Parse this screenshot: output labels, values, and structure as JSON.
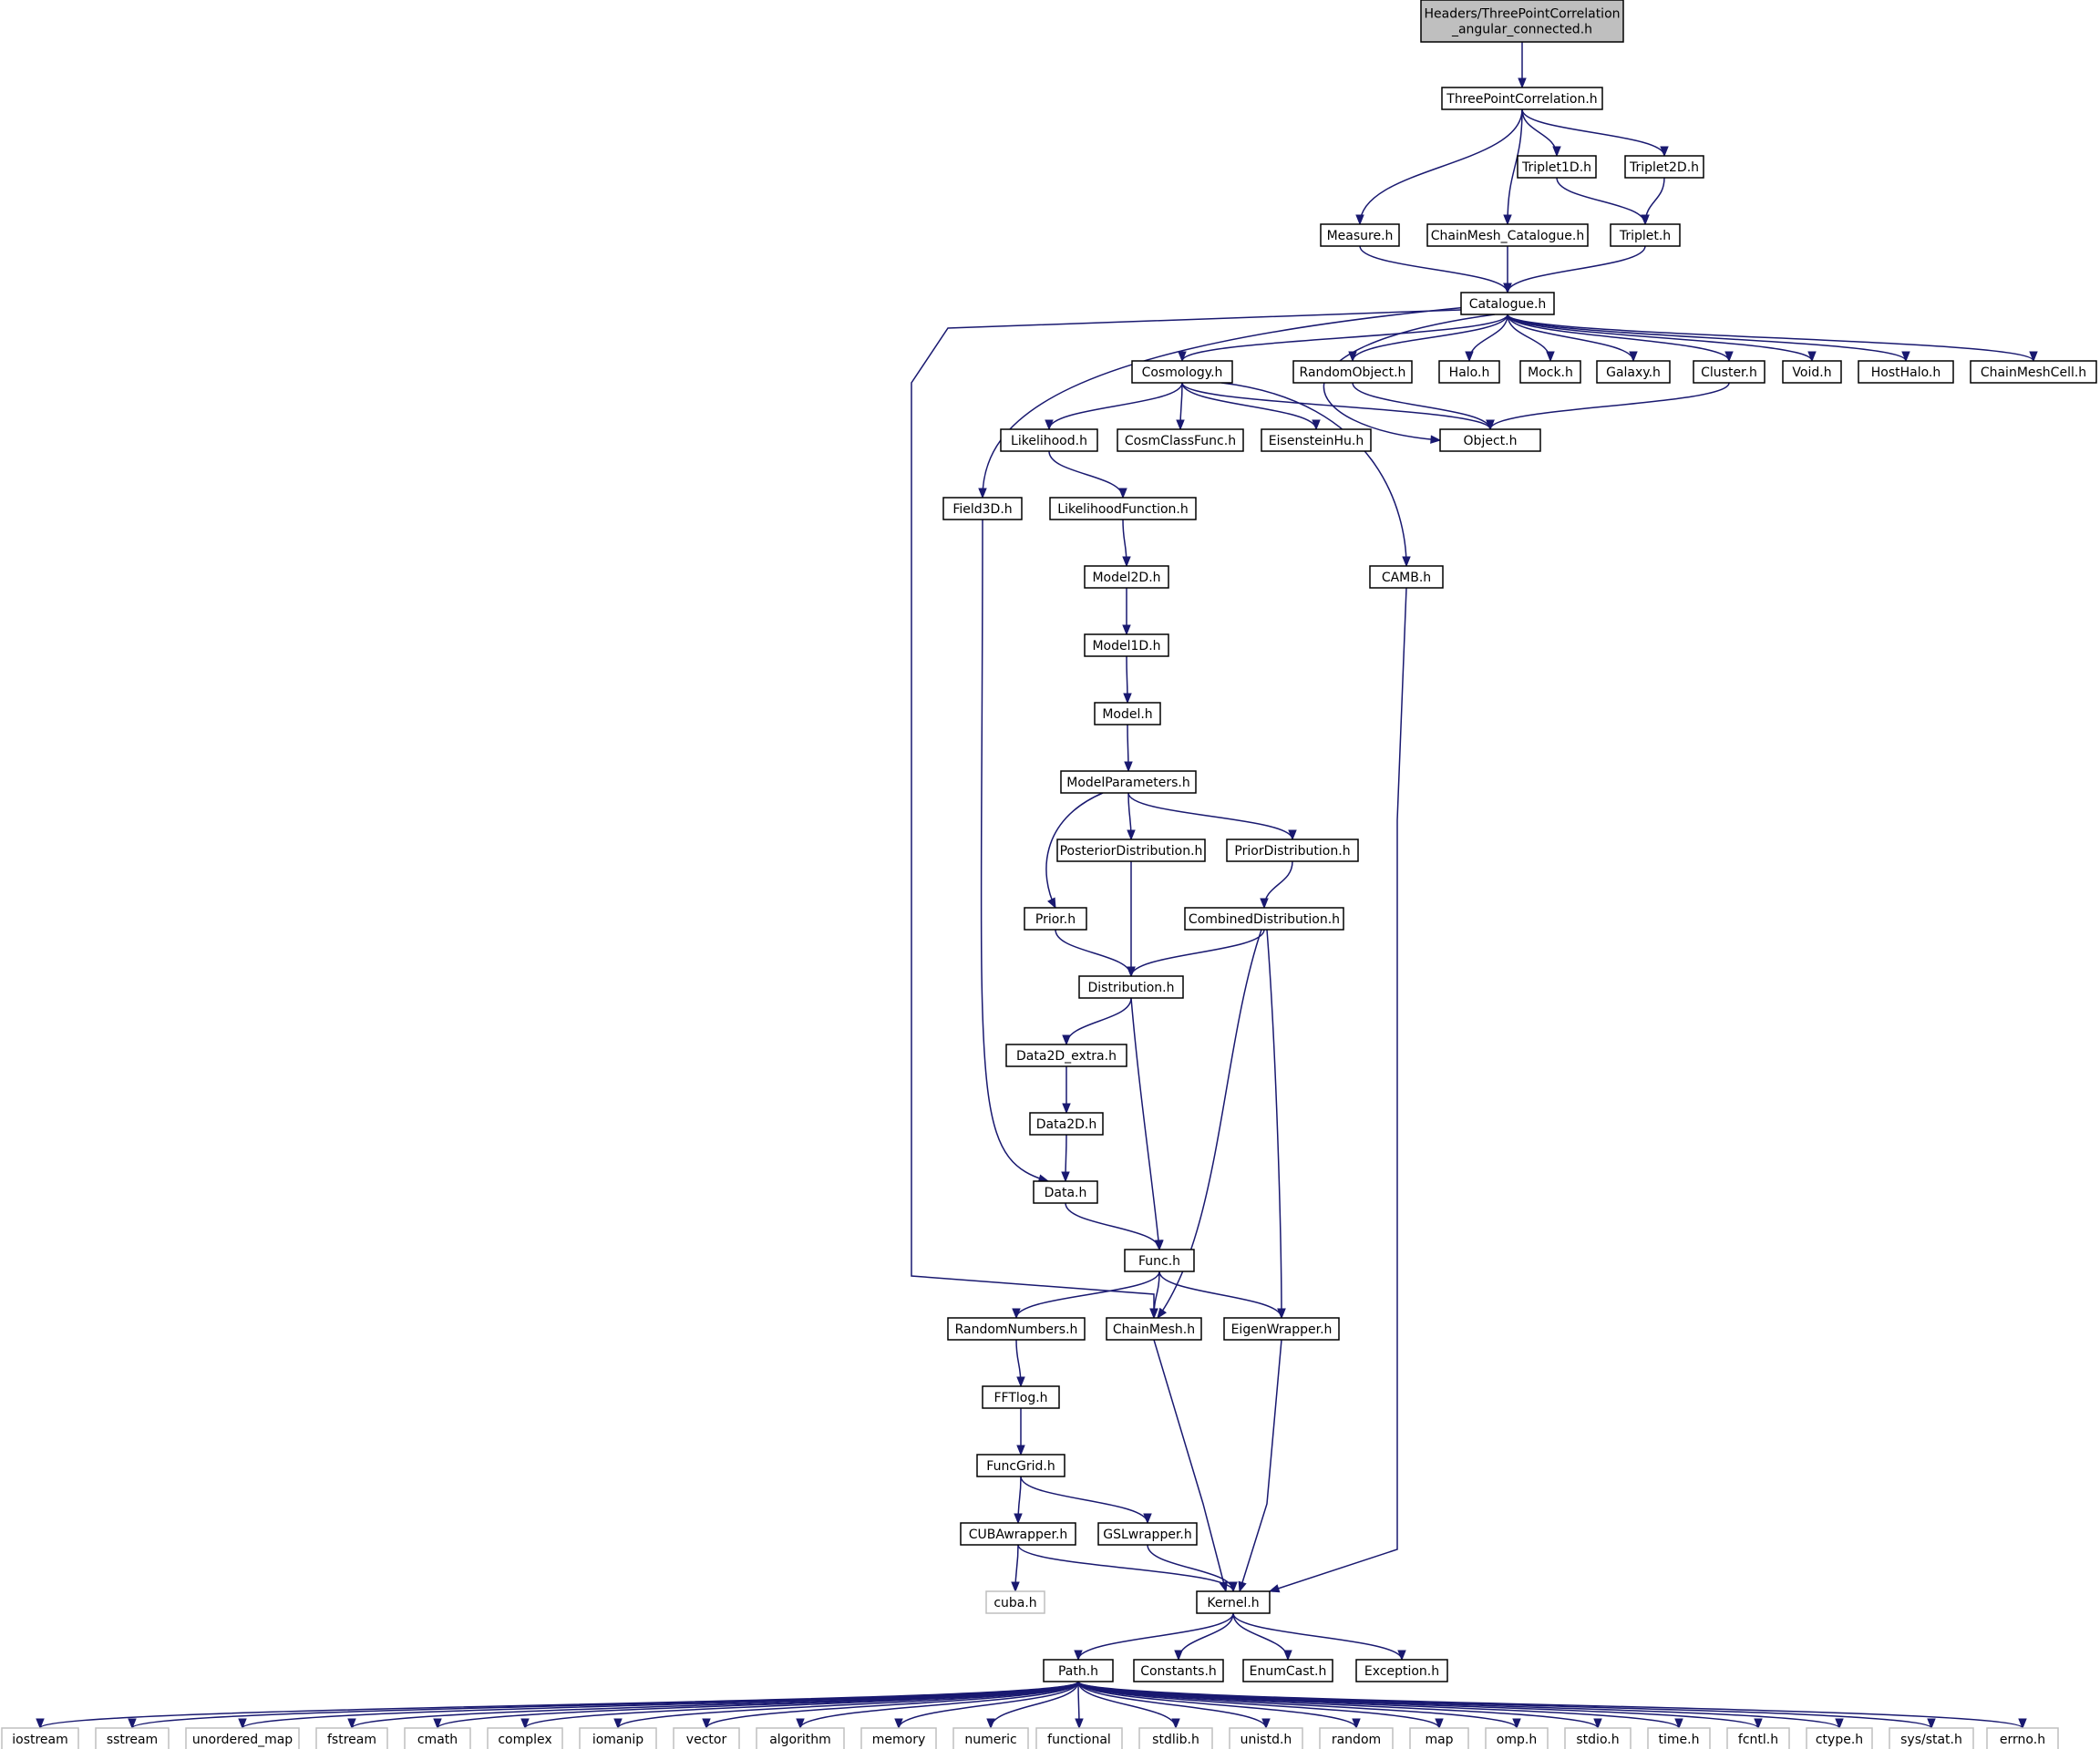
{
  "colors": {
    "edge": "#191970",
    "node_border": "#000000",
    "system_border": "#bfbfbf",
    "root_fill": "#bfbfbf",
    "node_fill": "#ffffff",
    "text": "#000000"
  },
  "nodes": [
    {
      "id": "root",
      "label": [
        "Headers/ThreePointCorrelation",
        "_angular_connected.h"
      ],
      "type": "root",
      "interactable": true
    },
    {
      "id": "tpc",
      "label": [
        "ThreePointCorrelation.h"
      ],
      "type": "header",
      "interactable": true
    },
    {
      "id": "triplet1d",
      "label": [
        "Triplet1D.h"
      ],
      "type": "header",
      "interactable": true
    },
    {
      "id": "triplet2d",
      "label": [
        "Triplet2D.h"
      ],
      "type": "header",
      "interactable": true
    },
    {
      "id": "measure",
      "label": [
        "Measure.h"
      ],
      "type": "header",
      "interactable": true
    },
    {
      "id": "chainmeshcat",
      "label": [
        "ChainMesh_Catalogue.h"
      ],
      "type": "header",
      "interactable": true
    },
    {
      "id": "triplet",
      "label": [
        "Triplet.h"
      ],
      "type": "header",
      "interactable": true
    },
    {
      "id": "catalogue",
      "label": [
        "Catalogue.h"
      ],
      "type": "header",
      "interactable": true
    },
    {
      "id": "cosmology",
      "label": [
        "Cosmology.h"
      ],
      "type": "header",
      "interactable": true
    },
    {
      "id": "randomobject",
      "label": [
        "RandomObject.h"
      ],
      "type": "header",
      "interactable": true
    },
    {
      "id": "halo",
      "label": [
        "Halo.h"
      ],
      "type": "header",
      "interactable": true
    },
    {
      "id": "mock",
      "label": [
        "Mock.h"
      ],
      "type": "header",
      "interactable": true
    },
    {
      "id": "galaxy",
      "label": [
        "Galaxy.h"
      ],
      "type": "header",
      "interactable": true
    },
    {
      "id": "cluster",
      "label": [
        "Cluster.h"
      ],
      "type": "header",
      "interactable": true
    },
    {
      "id": "void",
      "label": [
        "Void.h"
      ],
      "type": "header",
      "interactable": true
    },
    {
      "id": "hosthalo",
      "label": [
        "HostHalo.h"
      ],
      "type": "header",
      "interactable": true
    },
    {
      "id": "chainmeshcell",
      "label": [
        "ChainMeshCell.h"
      ],
      "type": "header",
      "interactable": true
    },
    {
      "id": "likelihood",
      "label": [
        "Likelihood.h"
      ],
      "type": "header",
      "interactable": true
    },
    {
      "id": "cosmclass",
      "label": [
        "CosmClassFunc.h"
      ],
      "type": "header",
      "interactable": true
    },
    {
      "id": "eisenstein",
      "label": [
        "EisensteinHu.h"
      ],
      "type": "header",
      "interactable": true
    },
    {
      "id": "object",
      "label": [
        "Object.h"
      ],
      "type": "header",
      "interactable": true
    },
    {
      "id": "field3d",
      "label": [
        "Field3D.h"
      ],
      "type": "header",
      "interactable": true
    },
    {
      "id": "likfunc",
      "label": [
        "LikelihoodFunction.h"
      ],
      "type": "header",
      "interactable": true
    },
    {
      "id": "model2d",
      "label": [
        "Model2D.h"
      ],
      "type": "header",
      "interactable": true
    },
    {
      "id": "camb",
      "label": [
        "CAMB.h"
      ],
      "type": "header",
      "interactable": true
    },
    {
      "id": "model1d",
      "label": [
        "Model1D.h"
      ],
      "type": "header",
      "interactable": true
    },
    {
      "id": "model",
      "label": [
        "Model.h"
      ],
      "type": "header",
      "interactable": true
    },
    {
      "id": "modelparams",
      "label": [
        "ModelParameters.h"
      ],
      "type": "header",
      "interactable": true
    },
    {
      "id": "posterior",
      "label": [
        "PosteriorDistribution.h"
      ],
      "type": "header",
      "interactable": true
    },
    {
      "id": "priordist",
      "label": [
        "PriorDistribution.h"
      ],
      "type": "header",
      "interactable": true
    },
    {
      "id": "prior",
      "label": [
        "Prior.h"
      ],
      "type": "header",
      "interactable": true
    },
    {
      "id": "combined",
      "label": [
        "CombinedDistribution.h"
      ],
      "type": "header",
      "interactable": true
    },
    {
      "id": "distribution",
      "label": [
        "Distribution.h"
      ],
      "type": "header",
      "interactable": true
    },
    {
      "id": "data2dextra",
      "label": [
        "Data2D_extra.h"
      ],
      "type": "header",
      "interactable": true
    },
    {
      "id": "data2d",
      "label": [
        "Data2D.h"
      ],
      "type": "header",
      "interactable": true
    },
    {
      "id": "data",
      "label": [
        "Data.h"
      ],
      "type": "header",
      "interactable": true
    },
    {
      "id": "func",
      "label": [
        "Func.h"
      ],
      "type": "header",
      "interactable": true
    },
    {
      "id": "randomnumbers",
      "label": [
        "RandomNumbers.h"
      ],
      "type": "header",
      "interactable": true
    },
    {
      "id": "chainmesh",
      "label": [
        "ChainMesh.h"
      ],
      "type": "header",
      "interactable": true
    },
    {
      "id": "eigen",
      "label": [
        "EigenWrapper.h"
      ],
      "type": "header",
      "interactable": true
    },
    {
      "id": "fftlog",
      "label": [
        "FFTlog.h"
      ],
      "type": "header",
      "interactable": true
    },
    {
      "id": "funcgrid",
      "label": [
        "FuncGrid.h"
      ],
      "type": "header",
      "interactable": true
    },
    {
      "id": "cuba_w",
      "label": [
        "CUBAwrapper.h"
      ],
      "type": "header",
      "interactable": true
    },
    {
      "id": "gsl_w",
      "label": [
        "GSLwrapper.h"
      ],
      "type": "header",
      "interactable": true
    },
    {
      "id": "cuba",
      "label": [
        "cuba.h"
      ],
      "type": "system",
      "interactable": false
    },
    {
      "id": "kernel",
      "label": [
        "Kernel.h"
      ],
      "type": "header",
      "interactable": true
    },
    {
      "id": "path",
      "label": [
        "Path.h"
      ],
      "type": "header",
      "interactable": true
    },
    {
      "id": "constants",
      "label": [
        "Constants.h"
      ],
      "type": "header",
      "interactable": true
    },
    {
      "id": "enumcast",
      "label": [
        "EnumCast.h"
      ],
      "type": "header",
      "interactable": true
    },
    {
      "id": "exception",
      "label": [
        "Exception.h"
      ],
      "type": "header",
      "interactable": true
    },
    {
      "id": "iostream",
      "label": [
        "iostream"
      ],
      "type": "system",
      "interactable": false
    },
    {
      "id": "sstream",
      "label": [
        "sstream"
      ],
      "type": "system",
      "interactable": false
    },
    {
      "id": "unordered_map",
      "label": [
        "unordered_map"
      ],
      "type": "system",
      "interactable": false
    },
    {
      "id": "fstream",
      "label": [
        "fstream"
      ],
      "type": "system",
      "interactable": false
    },
    {
      "id": "cmath",
      "label": [
        "cmath"
      ],
      "type": "system",
      "interactable": false
    },
    {
      "id": "complex",
      "label": [
        "complex"
      ],
      "type": "system",
      "interactable": false
    },
    {
      "id": "iomanip",
      "label": [
        "iomanip"
      ],
      "type": "system",
      "interactable": false
    },
    {
      "id": "vector",
      "label": [
        "vector"
      ],
      "type": "system",
      "interactable": false
    },
    {
      "id": "algorithm",
      "label": [
        "algorithm"
      ],
      "type": "system",
      "interactable": false
    },
    {
      "id": "memory",
      "label": [
        "memory"
      ],
      "type": "system",
      "interactable": false
    },
    {
      "id": "numeric",
      "label": [
        "numeric"
      ],
      "type": "system",
      "interactable": false
    },
    {
      "id": "functional",
      "label": [
        "functional"
      ],
      "type": "system",
      "interactable": false
    },
    {
      "id": "stdlib",
      "label": [
        "stdlib.h"
      ],
      "type": "system",
      "interactable": false
    },
    {
      "id": "unistd",
      "label": [
        "unistd.h"
      ],
      "type": "system",
      "interactable": false
    },
    {
      "id": "random",
      "label": [
        "random"
      ],
      "type": "system",
      "interactable": false
    },
    {
      "id": "map",
      "label": [
        "map"
      ],
      "type": "system",
      "interactable": false
    },
    {
      "id": "omp",
      "label": [
        "omp.h"
      ],
      "type": "system",
      "interactable": false
    },
    {
      "id": "stdio",
      "label": [
        "stdio.h"
      ],
      "type": "system",
      "interactable": false
    },
    {
      "id": "time",
      "label": [
        "time.h"
      ],
      "type": "system",
      "interactable": false
    },
    {
      "id": "fcntl",
      "label": [
        "fcntl.h"
      ],
      "type": "system",
      "interactable": false
    },
    {
      "id": "ctype",
      "label": [
        "ctype.h"
      ],
      "type": "system",
      "interactable": false
    },
    {
      "id": "sysstat",
      "label": [
        "sys/stat.h"
      ],
      "type": "system",
      "interactable": false
    },
    {
      "id": "errno",
      "label": [
        "errno.h"
      ],
      "type": "system",
      "interactable": false
    }
  ],
  "edges": [
    [
      "root",
      "tpc"
    ],
    [
      "tpc",
      "measure"
    ],
    [
      "tpc",
      "chainmeshcat"
    ],
    [
      "tpc",
      "triplet1d"
    ],
    [
      "tpc",
      "triplet2d"
    ],
    [
      "triplet1d",
      "triplet"
    ],
    [
      "triplet2d",
      "triplet"
    ],
    [
      "measure",
      "catalogue"
    ],
    [
      "chainmeshcat",
      "catalogue"
    ],
    [
      "triplet",
      "catalogue"
    ],
    [
      "catalogue",
      "cosmology"
    ],
    [
      "catalogue",
      "randomobject"
    ],
    [
      "catalogue",
      "halo"
    ],
    [
      "catalogue",
      "mock"
    ],
    [
      "catalogue",
      "galaxy"
    ],
    [
      "catalogue",
      "cluster"
    ],
    [
      "catalogue",
      "void"
    ],
    [
      "catalogue",
      "hosthalo"
    ],
    [
      "catalogue",
      "chainmeshcell"
    ],
    [
      "catalogue",
      "object"
    ],
    [
      "catalogue",
      "field3d"
    ],
    [
      "catalogue",
      "chainmesh"
    ],
    [
      "cosmology",
      "likelihood"
    ],
    [
      "cosmology",
      "cosmclass"
    ],
    [
      "cosmology",
      "eisenstein"
    ],
    [
      "cosmology",
      "object"
    ],
    [
      "cosmology",
      "camb"
    ],
    [
      "randomobject",
      "object"
    ],
    [
      "cluster",
      "object"
    ],
    [
      "likelihood",
      "likfunc"
    ],
    [
      "likfunc",
      "model2d"
    ],
    [
      "model2d",
      "model1d"
    ],
    [
      "model1d",
      "model"
    ],
    [
      "model",
      "modelparams"
    ],
    [
      "modelparams",
      "prior"
    ],
    [
      "modelparams",
      "posterior"
    ],
    [
      "modelparams",
      "priordist"
    ],
    [
      "priordist",
      "combined"
    ],
    [
      "prior",
      "distribution"
    ],
    [
      "posterior",
      "distribution"
    ],
    [
      "combined",
      "distribution"
    ],
    [
      "combined",
      "chainmesh"
    ],
    [
      "combined",
      "eigen"
    ],
    [
      "distribution",
      "data2dextra"
    ],
    [
      "distribution",
      "func"
    ],
    [
      "data2dextra",
      "data2d"
    ],
    [
      "data2d",
      "data"
    ],
    [
      "field3d",
      "data"
    ],
    [
      "data",
      "func"
    ],
    [
      "func",
      "randomnumbers"
    ],
    [
      "func",
      "chainmesh"
    ],
    [
      "func",
      "eigen"
    ],
    [
      "randomnumbers",
      "fftlog"
    ],
    [
      "fftlog",
      "funcgrid"
    ],
    [
      "funcgrid",
      "cuba_w"
    ],
    [
      "funcgrid",
      "gsl_w"
    ],
    [
      "cuba_w",
      "cuba"
    ],
    [
      "cuba_w",
      "kernel"
    ],
    [
      "gsl_w",
      "kernel"
    ],
    [
      "chainmesh",
      "kernel"
    ],
    [
      "eigen",
      "kernel"
    ],
    [
      "camb",
      "kernel"
    ],
    [
      "kernel",
      "path"
    ],
    [
      "kernel",
      "constants"
    ],
    [
      "kernel",
      "enumcast"
    ],
    [
      "kernel",
      "exception"
    ],
    [
      "path",
      "iostream"
    ],
    [
      "path",
      "sstream"
    ],
    [
      "path",
      "unordered_map"
    ],
    [
      "path",
      "fstream"
    ],
    [
      "path",
      "cmath"
    ],
    [
      "path",
      "complex"
    ],
    [
      "path",
      "iomanip"
    ],
    [
      "path",
      "vector"
    ],
    [
      "path",
      "algorithm"
    ],
    [
      "path",
      "memory"
    ],
    [
      "path",
      "numeric"
    ],
    [
      "path",
      "functional"
    ],
    [
      "path",
      "stdlib"
    ],
    [
      "path",
      "unistd"
    ],
    [
      "path",
      "random"
    ],
    [
      "path",
      "map"
    ],
    [
      "path",
      "omp"
    ],
    [
      "path",
      "stdio"
    ],
    [
      "path",
      "time"
    ],
    [
      "path",
      "fcntl"
    ],
    [
      "path",
      "ctype"
    ],
    [
      "path",
      "sysstat"
    ],
    [
      "path",
      "errno"
    ]
  ]
}
